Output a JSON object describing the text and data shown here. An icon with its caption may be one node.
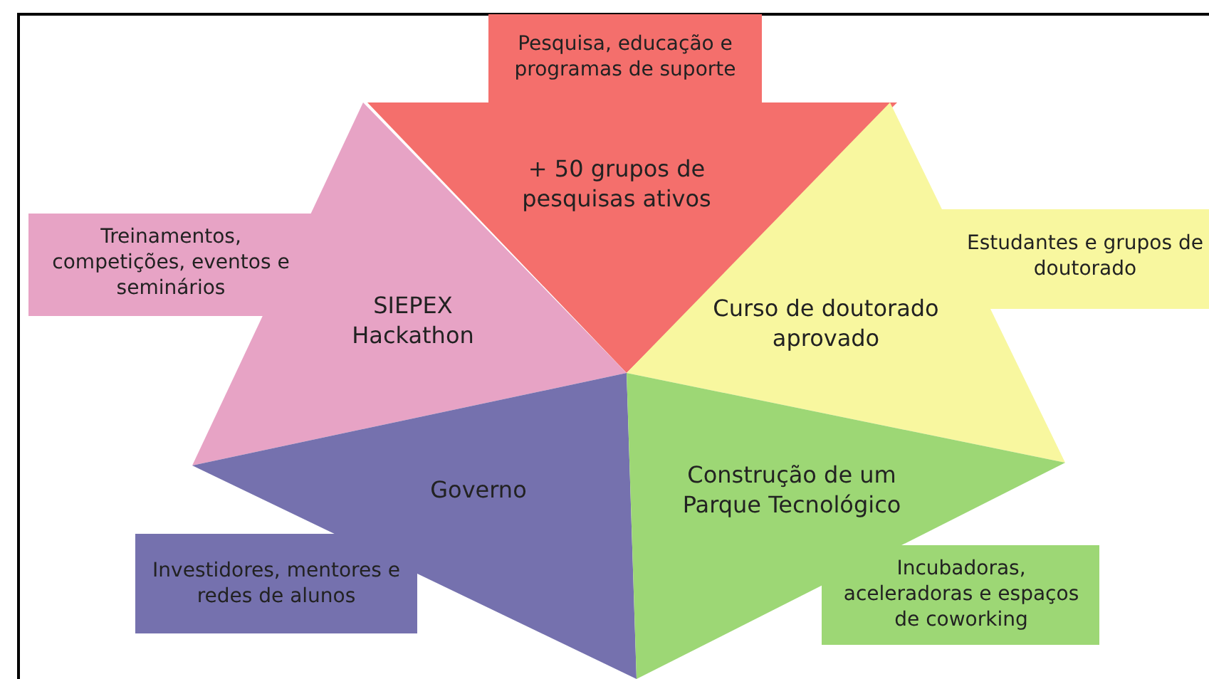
{
  "diagram": {
    "nodes": [
      {
        "text": [
          "Pesquisa, educação e programas de suporte",
          "+ 50 grupos de pesquisas ativos"
        ]
      },
      {
        "text": [
          "Treinamentos, competições, eventos e seminários",
          "SIEPEX Hackathon"
        ]
      },
      {
        "text": [
          "Estudantes e grupos de doutorado",
          "Curso de doutorado aprovado"
        ]
      },
      {
        "text": [
          "Governo",
          "Investidores, mentores e redes de alunos"
        ]
      },
      {
        "text": [
          "Construção de um Parque Tecnológico",
          "Incubadoras, aceleradoras e espaços de coworking"
        ]
      }
    ]
  }
}
